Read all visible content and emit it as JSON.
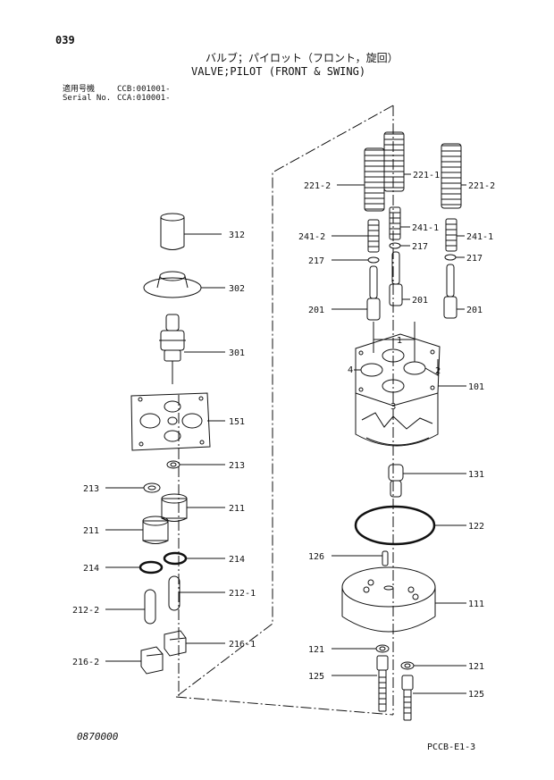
{
  "header": {
    "page_number": "039",
    "title_jp": "バルブ；パイロット（フロント，旋回）",
    "title_en": "VALVE;PILOT (FRONT & SWING)",
    "serial_label_jp": "適用号機",
    "serial_value_1": "CCB:001001-",
    "serial_label_en": "Serial No.",
    "serial_value_2": "CCA:010001-"
  },
  "footer": {
    "doc_code": "0870000",
    "page_code": "PCCB-E1-3"
  },
  "callouts": {
    "c312": "312",
    "c302": "302",
    "c301": "301",
    "c151": "151",
    "c213a": "213",
    "c213b": "213",
    "c211a": "211",
    "c211b": "211",
    "c214a": "214",
    "c214b": "214",
    "c212_1": "212-1",
    "c212_2": "212-2",
    "c216_1": "216-1",
    "c216_2": "216-2",
    "c221_2a": "221-2",
    "c221_1": "221-1",
    "c221_2b": "221-2",
    "c241_2": "241-2",
    "c241_1a": "241-1",
    "c241_1b": "241-1",
    "c217a": "217",
    "c217b": "217",
    "c217c": "217",
    "c201a": "201",
    "c201b": "201",
    "c201c": "201",
    "c101": "101",
    "c131": "131",
    "c122": "122",
    "c126": "126",
    "c111": "111",
    "c121a": "121",
    "c121b": "121",
    "c125a": "125",
    "c125b": "125"
  },
  "port_numbers": {
    "p1": "1",
    "p2": "2",
    "p3": "3",
    "p4": "4"
  }
}
